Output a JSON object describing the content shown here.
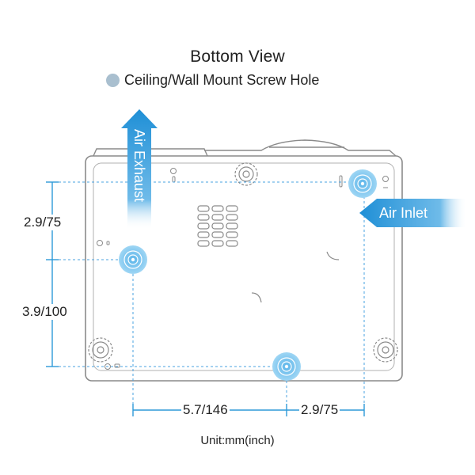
{
  "title": "Bottom View",
  "legend": {
    "label": "Ceiling/Wall Mount Screw Hole",
    "dot_color": "#a9bfcf"
  },
  "arrows": {
    "exhaust": "Air Exhaust",
    "inlet": "Air Inlet"
  },
  "dimensions": {
    "vertical_upper": "2.9/75",
    "vertical_lower": "3.9/100",
    "horizontal_left": "5.7/146",
    "horizontal_right": "2.9/75"
  },
  "unit": "Unit:mm(inch)",
  "colors": {
    "accent": "#2e9ad8",
    "hole_fill": "#8fcdf0",
    "outline": "#8a8a8a",
    "dashed": "#4aa3e0"
  }
}
